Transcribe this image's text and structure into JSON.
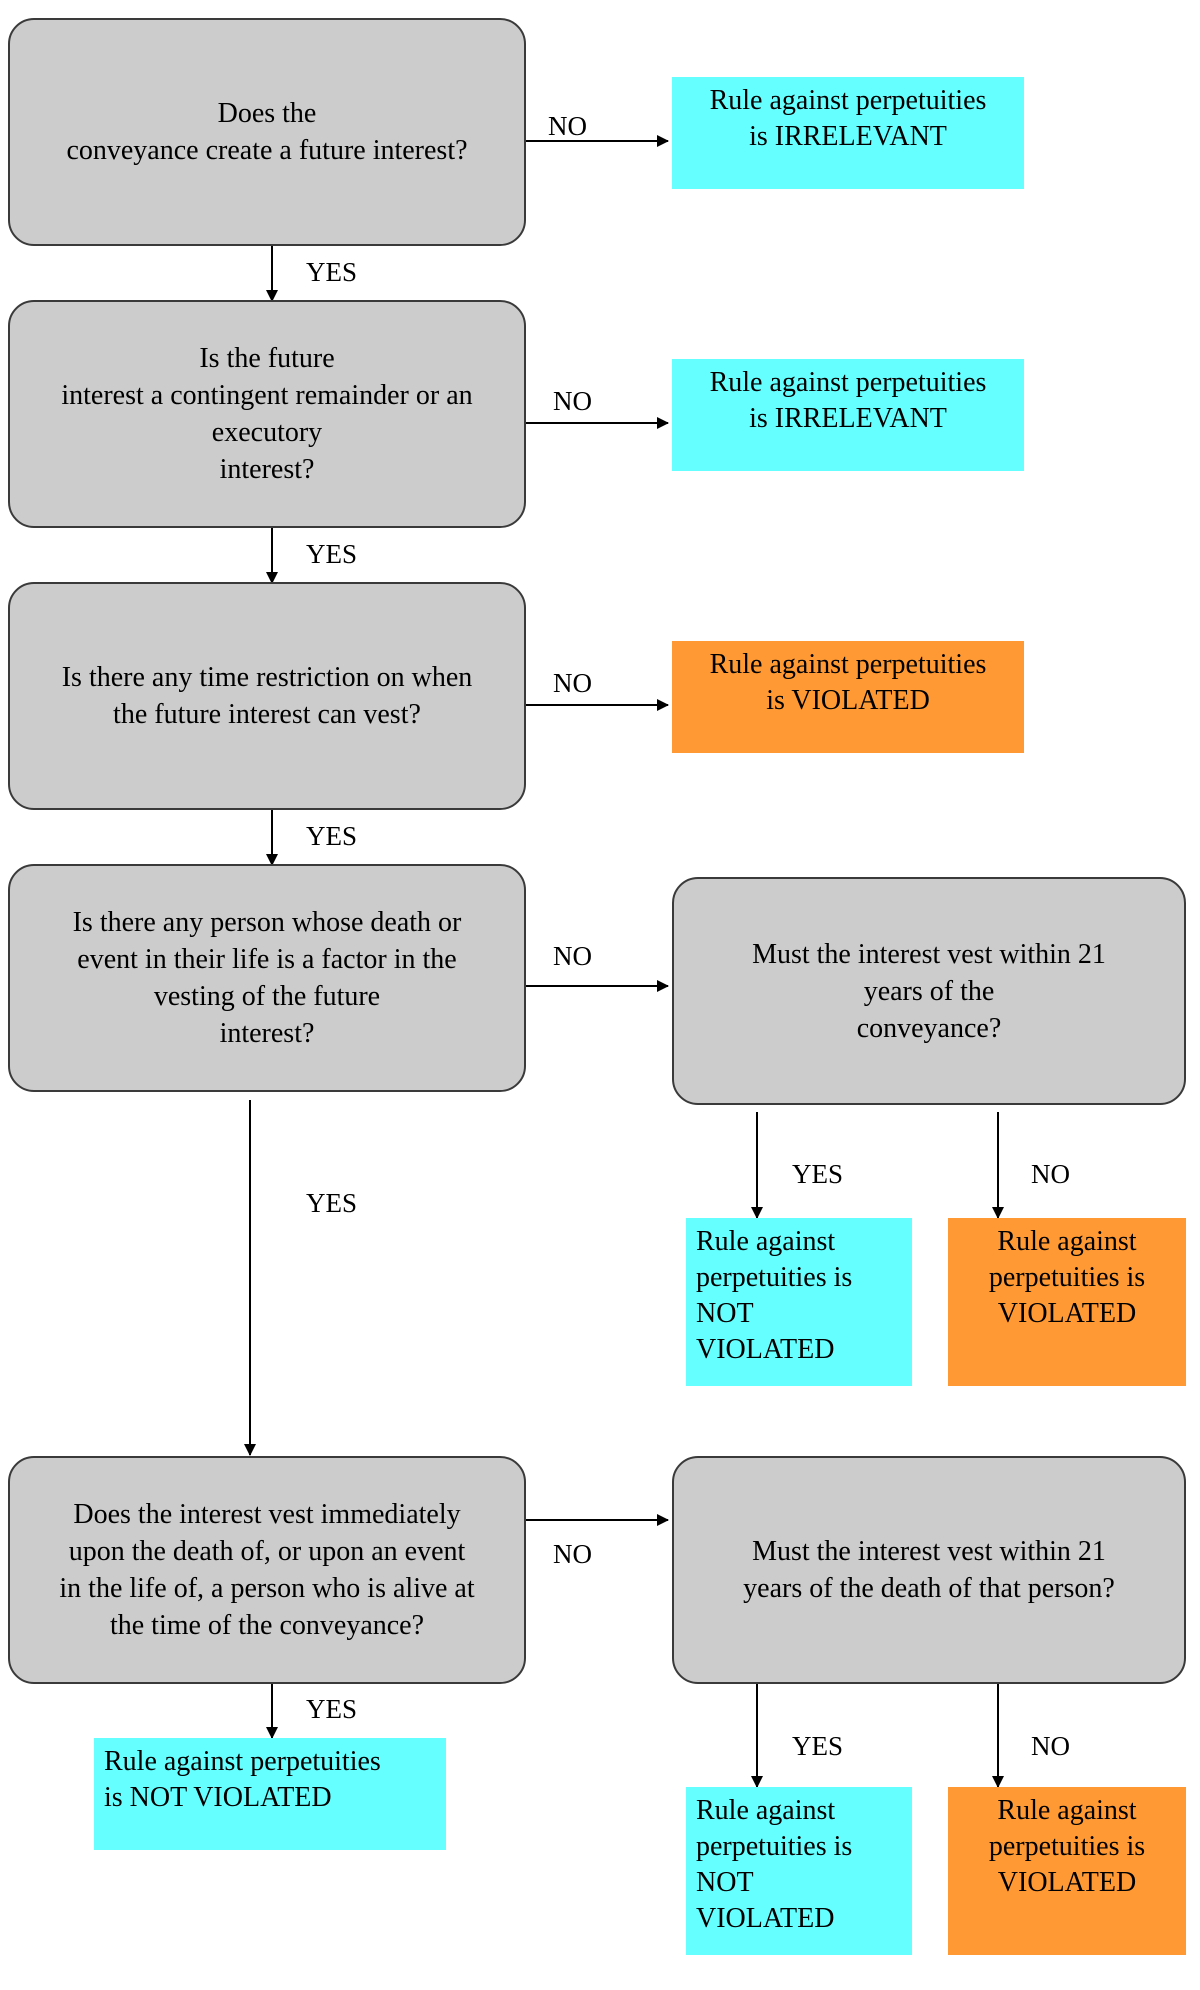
{
  "colors": {
    "question": "#cccccc",
    "irrelevant": "#66ffff",
    "not_violated": "#66ffff",
    "violated": "#ff9933"
  },
  "questions": {
    "q1": "Does the\nconveyance create a future interest?",
    "q2": "Is the future\ninterest a contingent remainder or an\nexecutory\ninterest?",
    "q3": "Is there any time restriction on when\nthe future interest can vest?",
    "q4": "Is there any person whose death or\nevent in their life is a factor in the\nvesting of the future\ninterest?",
    "q5": "Must the interest vest within 21\nyears of the\nconveyance?",
    "q6": "Does the interest vest immediately\nupon the death of, or upon an event\nin the life of, a person who is alive at\nthe time of the conveyance?",
    "q7": "Must the interest vest within 21\nyears of the death of that person?"
  },
  "results": {
    "r1": "Rule against perpetuities\nis IRRELEVANT",
    "r2": "Rule against perpetuities\nis IRRELEVANT",
    "r3": "Rule against perpetuities\nis VIOLATED",
    "r4": "Rule against\nperpetuities is\nNOT\nVIOLATED",
    "r5": "Rule against\nperpetuities is\nVIOLATED",
    "r6": "Rule against perpetuities\nis NOT VIOLATED",
    "r7": "Rule against\nperpetuities is\nNOT\nVIOLATED",
    "r8": "Rule against\nperpetuities is\nVIOLATED"
  },
  "labels": {
    "yes": "YES",
    "no": "NO"
  }
}
